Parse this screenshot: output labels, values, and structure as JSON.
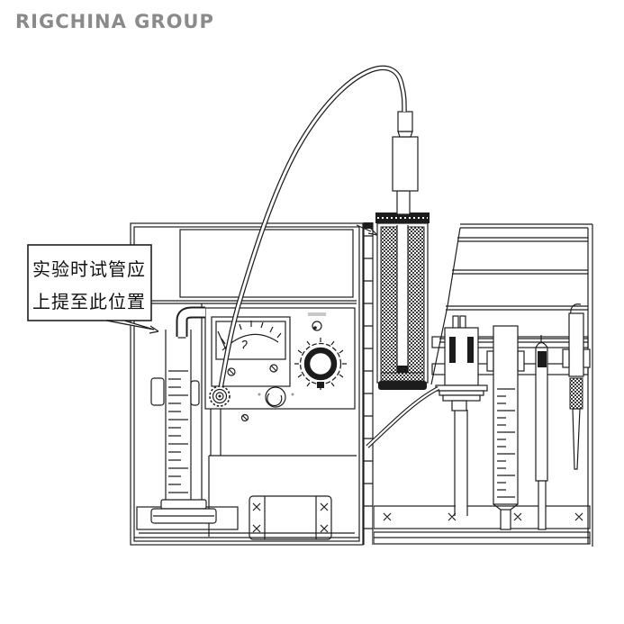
{
  "brand": "RIGCHINA GROUP",
  "callout": {
    "line1": "实验时试管应",
    "line2": "上提至此位置"
  },
  "colors": {
    "background": "#ffffff",
    "line": "#1f1f1f",
    "brand_text": "#8a8a8a"
  },
  "diagram_parts": [
    "speech-callout",
    "graduated-cylinder",
    "drain-tube",
    "instrument-console",
    "analog-meter",
    "indicator-light",
    "selector-knob",
    "cable-connector-knob",
    "adjust-knob",
    "mounting-plate",
    "probe-cable",
    "sensor-probe",
    "jacketed-test-tube",
    "hinge-column",
    "accessory-rack",
    "electrode-holder",
    "electrode-cable",
    "burette",
    "glass-tube",
    "pipette",
    "base-plate"
  ]
}
